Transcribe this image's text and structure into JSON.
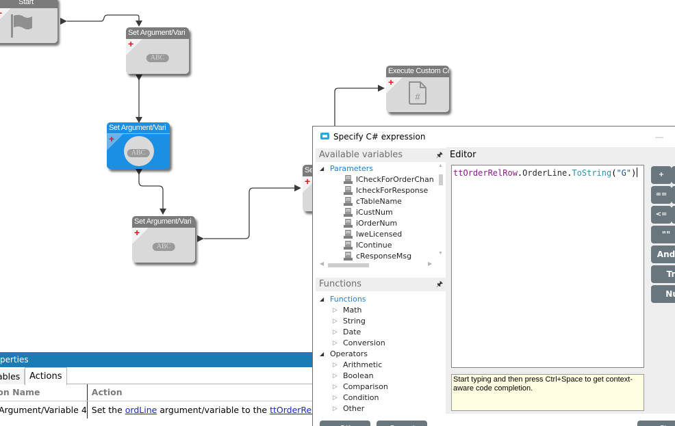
{
  "canvas": {
    "nodes": [
      {
        "id": "start",
        "title": "Start",
        "kind": "start",
        "icon": "flag-icon",
        "selected": false
      },
      {
        "id": "set1",
        "title": "Set Argument/Vari",
        "kind": "set-argument",
        "icon": "abc-icon",
        "icon_text": "ABC",
        "selected": false
      },
      {
        "id": "set2",
        "title": "Set Argument/Vari",
        "kind": "set-argument",
        "icon": "abc-icon",
        "icon_text": "ABC",
        "selected": true
      },
      {
        "id": "set3",
        "title": "Set Argument/Vari",
        "kind": "set-argument",
        "icon": "abc-icon",
        "icon_text": "ABC",
        "selected": false
      },
      {
        "id": "set4",
        "title": "Se",
        "kind": "set-argument",
        "icon": "abc-icon",
        "selected": false
      },
      {
        "id": "exec",
        "title": "Execute Custom Co",
        "kind": "execute-custom-code",
        "icon": "csharp-file-icon",
        "icon_text": "#",
        "selected": false
      }
    ],
    "add_glyph": "+",
    "selected_color": "#1a8fe3"
  },
  "properties": {
    "header": "perties",
    "tabs": [
      {
        "label": "ables",
        "active": false
      },
      {
        "label": "Actions",
        "active": true
      }
    ],
    "columns": [
      "ion Name",
      "Action"
    ],
    "rows": [
      {
        "name": "Argument/Variable 4",
        "action_prefix": "Set the ",
        "action_link1": "ordLine",
        "action_mid": " argument/variable to the ",
        "action_link2": "ttOrderRelRow"
      }
    ]
  },
  "dialog": {
    "title": "Specify C# expression",
    "minimize_glyph": "—",
    "variables_pane": {
      "header": "Available variables",
      "pin_glyph": "📌",
      "category": "Parameters",
      "items": [
        "lCheckForOrderChan",
        "lcheckForResponse",
        "cTableName",
        "iCustNum",
        "iOrderNum",
        "lweLicensed",
        "lContinue",
        "cResponseMsg"
      ]
    },
    "functions_pane": {
      "header": "Functions",
      "groups": [
        {
          "label": "Functions",
          "highlight": true,
          "items": [
            "Math",
            "String",
            "Date",
            "Conversion"
          ]
        },
        {
          "label": "Operators",
          "highlight": false,
          "items": [
            "Arithmetic",
            "Boolean",
            "Comparison",
            "Condition",
            "Other"
          ]
        }
      ]
    },
    "editor": {
      "header": "Editor",
      "tokens": {
        "var": "ttOrderRelRow",
        "dot1": ".",
        "prop": "OrderLine",
        "dot2": ".",
        "method": "ToString",
        "open": "(",
        "str": "\"G\"",
        "close": ")"
      },
      "hint": "Start typing and then press Ctrl+Space to get context-aware code completion."
    },
    "operators": [
      "+",
      "==",
      "<=",
      "\"\"",
      "And",
      "Tru",
      "Nul"
    ],
    "buttons": {
      "ok": "OK",
      "cancel": "Cancel",
      "third": "Cl"
    }
  }
}
